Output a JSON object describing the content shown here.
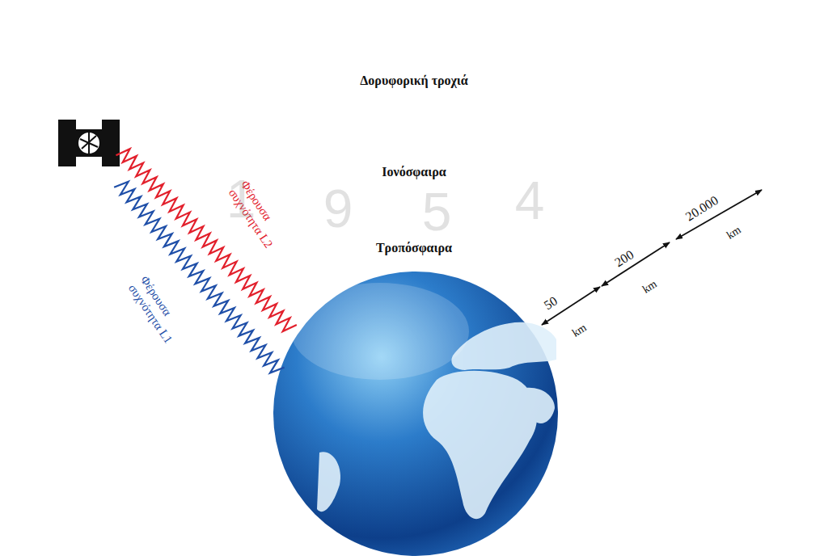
{
  "diagram": {
    "nodes": [
      {
        "text": [
          "Δορυφορική τροχιά"
        ]
      },
      {
        "text": [
          "Ιονόσφαιρα"
        ],
        "in": 0
      },
      {
        "text": [
          "Τροπόσφαιρα"
        ],
        "in": 1
      }
    ],
    "labels": [
      "Φέρουσα συχνότητα L2",
      "Φέρουσα συχνότητα L1",
      "50",
      "km",
      "200",
      "km",
      "20.000",
      "km",
      "1",
      "9",
      "5",
      "4"
    ]
  }
}
